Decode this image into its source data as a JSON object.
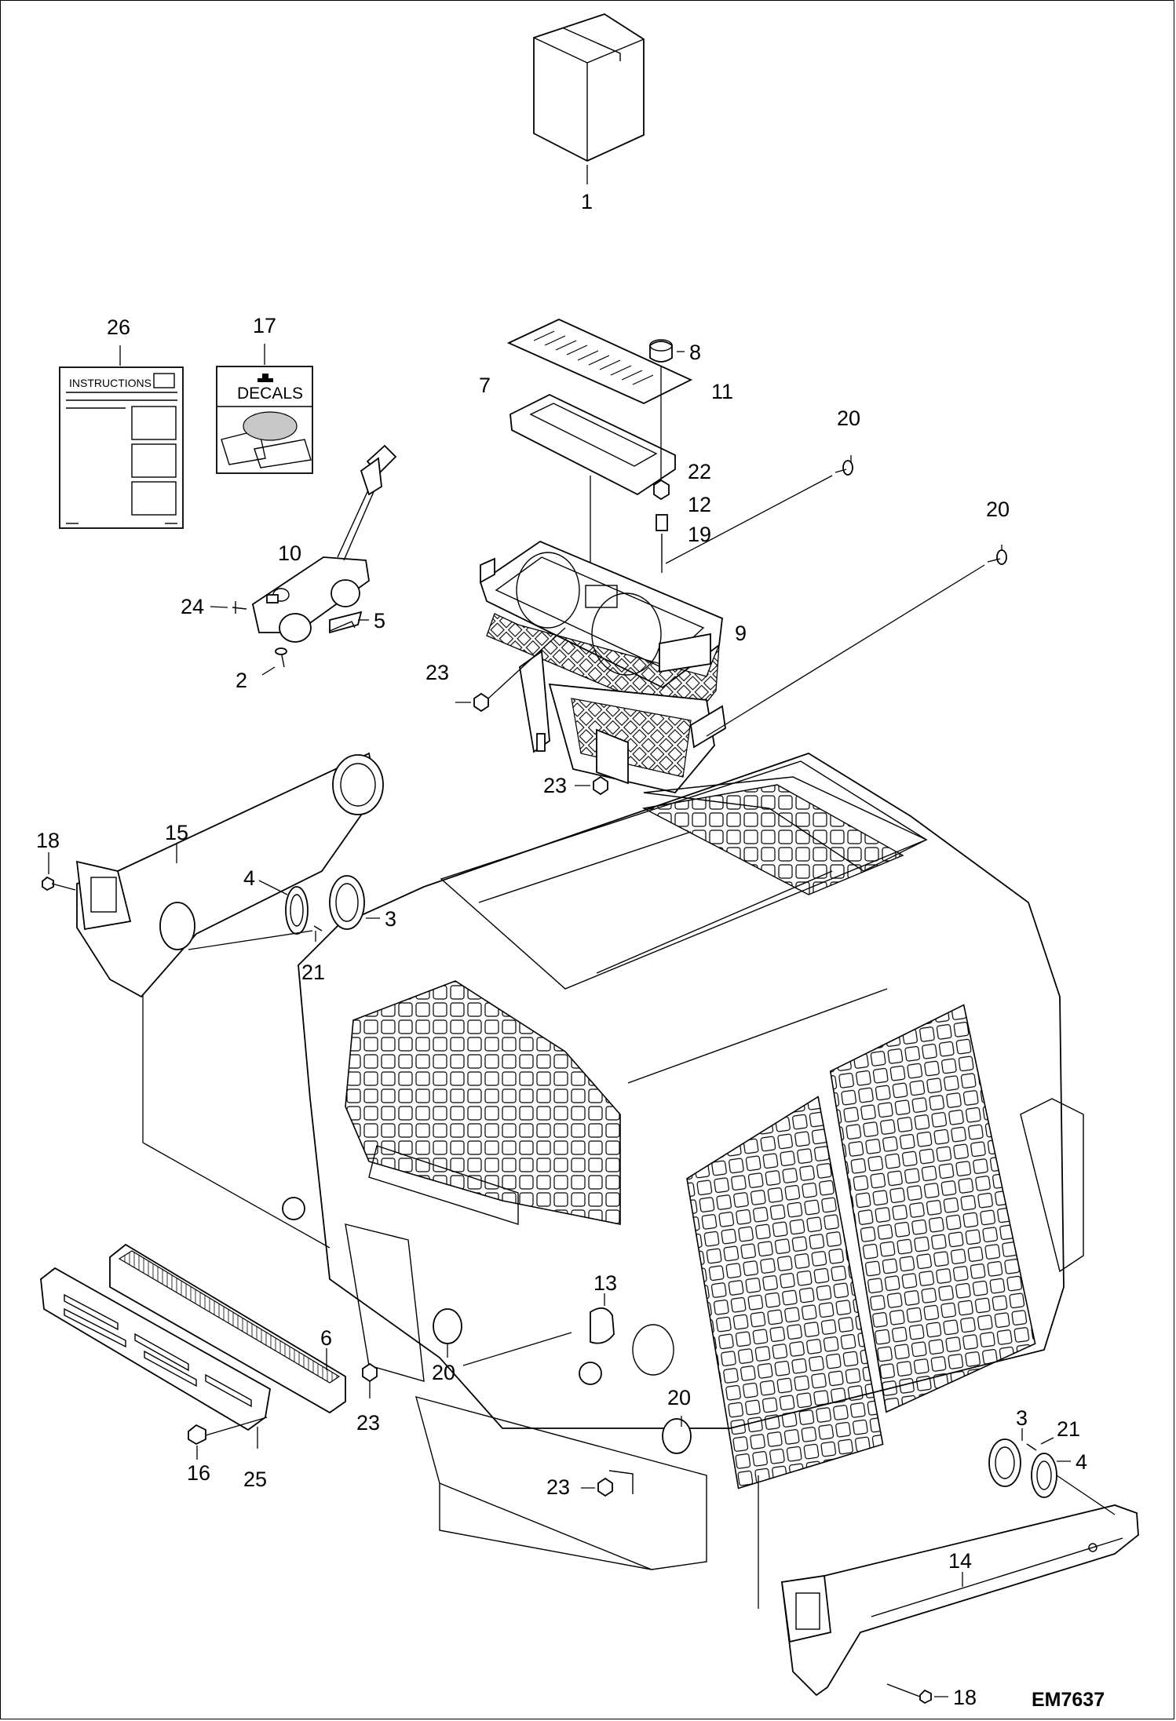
{
  "drawing_code": "EM7637",
  "instructions_label": "INSTRUCTIONS",
  "decals_label": "DECALS",
  "callouts": [
    {
      "id": "1",
      "label": "1"
    },
    {
      "id": "2",
      "label": "2"
    },
    {
      "id": "3a",
      "label": "3"
    },
    {
      "id": "3b",
      "label": "3"
    },
    {
      "id": "4a",
      "label": "4"
    },
    {
      "id": "4b",
      "label": "4"
    },
    {
      "id": "5",
      "label": "5"
    },
    {
      "id": "6",
      "label": "6"
    },
    {
      "id": "7",
      "label": "7"
    },
    {
      "id": "8",
      "label": "8"
    },
    {
      "id": "9",
      "label": "9"
    },
    {
      "id": "10",
      "label": "10"
    },
    {
      "id": "11",
      "label": "11"
    },
    {
      "id": "12",
      "label": "12"
    },
    {
      "id": "13",
      "label": "13"
    },
    {
      "id": "14",
      "label": "14"
    },
    {
      "id": "15",
      "label": "15"
    },
    {
      "id": "16",
      "label": "16"
    },
    {
      "id": "17",
      "label": "17"
    },
    {
      "id": "18a",
      "label": "18"
    },
    {
      "id": "18b",
      "label": "18"
    },
    {
      "id": "19",
      "label": "19"
    },
    {
      "id": "20a",
      "label": "20"
    },
    {
      "id": "20b",
      "label": "20"
    },
    {
      "id": "20c",
      "label": "20"
    },
    {
      "id": "20d",
      "label": "20"
    },
    {
      "id": "21a",
      "label": "21"
    },
    {
      "id": "21b",
      "label": "21"
    },
    {
      "id": "22",
      "label": "22"
    },
    {
      "id": "23a",
      "label": "23"
    },
    {
      "id": "23b",
      "label": "23"
    },
    {
      "id": "23c",
      "label": "23"
    },
    {
      "id": "23d",
      "label": "23"
    },
    {
      "id": "24",
      "label": "24"
    },
    {
      "id": "25",
      "label": "25"
    },
    {
      "id": "26",
      "label": "26"
    }
  ]
}
